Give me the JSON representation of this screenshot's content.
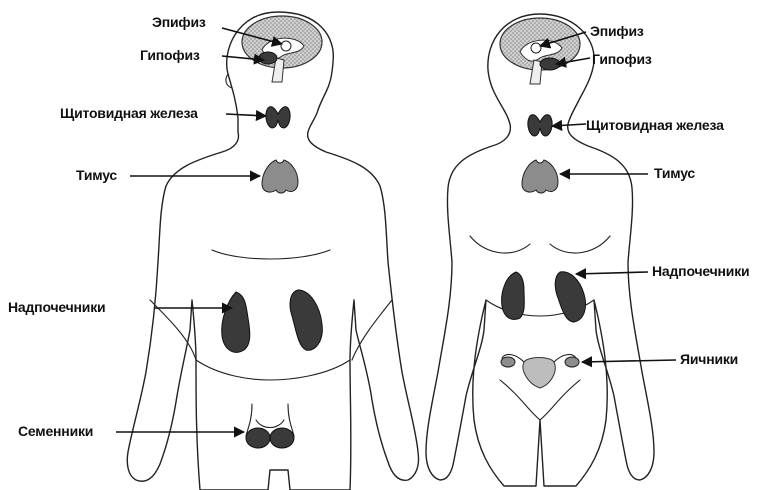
{
  "labels": {
    "male": {
      "epiphysis": "Эпифиз",
      "hypophysis": "Гипофиз",
      "thyroid": "Щитовидная железа",
      "thymus": "Тимус",
      "adrenals": "Надпочечники",
      "testes": "Семенники"
    },
    "female": {
      "epiphysis": "Эпифиз",
      "hypophysis": "Гипофиз",
      "thyroid": "Щитовидная железа",
      "thymus": "Тимус",
      "adrenals": "Надпочечники",
      "ovaries": "Яичники"
    }
  },
  "colors": {
    "outline": "#222222",
    "organ_dark": "#3a3a3a",
    "organ_mid": "#8c8c8c",
    "organ_light": "#bdbdbd"
  }
}
